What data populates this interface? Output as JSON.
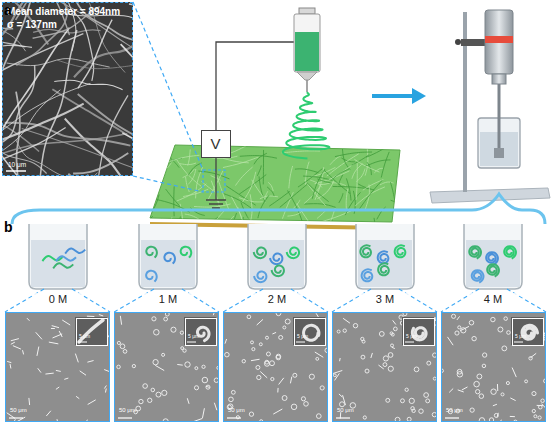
{
  "diagram": {
    "nodes": [
      {
        "text": [
          "Mean diameter = 894nm",
          "σ = 137nm",
          "10 μm"
        ]
      },
      {
        "text": [
          "V"
        ]
      },
      {
        "text": [
          "50 μm"
        ]
      },
      {
        "text": [
          "5 μm"
        ],
        "in": 2
      },
      {
        "text": [
          "50 μm"
        ]
      },
      {
        "text": [
          "5 μm"
        ],
        "in": 4
      },
      {
        "text": [
          "50 μm"
        ]
      },
      {
        "text": [
          "5 μm"
        ],
        "in": 6
      },
      {
        "text": [
          "50 μm"
        ]
      },
      {
        "text": [
          "5 μm"
        ],
        "in": 8
      },
      {
        "text": [
          "50 μm"
        ]
      },
      {
        "text": [
          "5 μm"
        ],
        "in": 10
      }
    ],
    "labels": [
      "a",
      "b",
      "0 M",
      "1 M",
      "2 M",
      "3 M",
      "4 M"
    ]
  }
}
